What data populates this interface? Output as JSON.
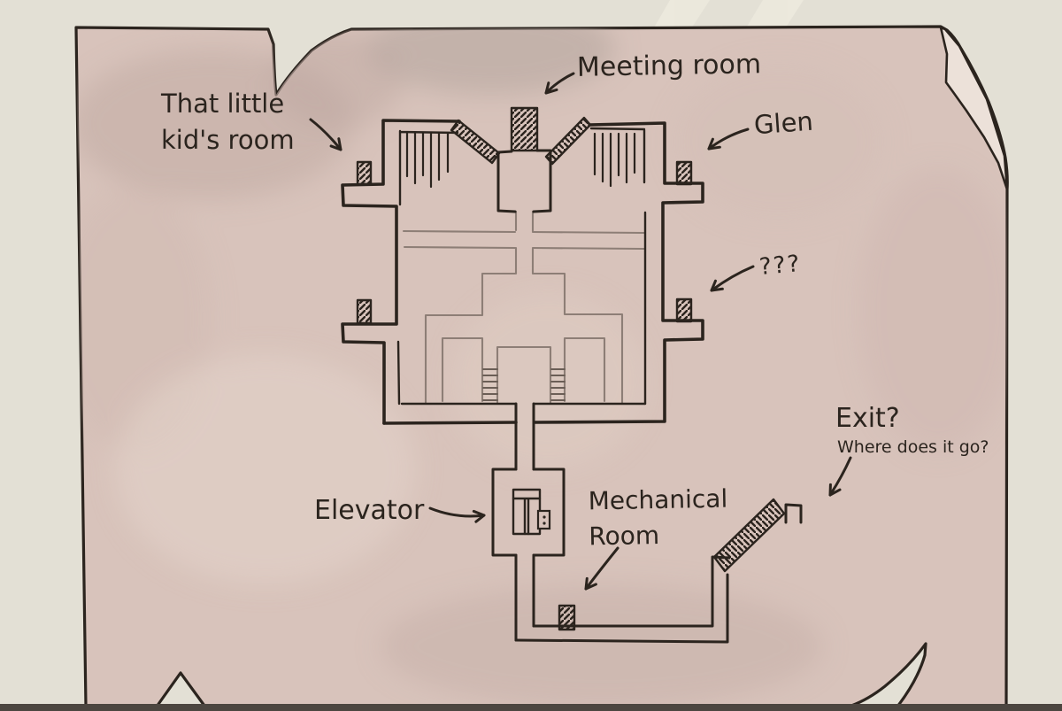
{
  "map": {
    "labels": {
      "kids_room_line1": "That little",
      "kids_room_line2": "kid's room",
      "meeting_room": "Meeting room",
      "glen": "Glen",
      "unknown_door": "???",
      "exit": "Exit?",
      "exit_question": "Where does it go?",
      "elevator": "Elevator",
      "mechanical_line1": "Mechanical",
      "mechanical_line2": "Room"
    },
    "colors": {
      "background": "#e3e0d5",
      "background_streak": "#edeade",
      "paper": "#d8c3bb",
      "paper_fold": "#ece1d9",
      "ink": "#2b241e",
      "partition": "#8d7e76",
      "ladder": "#6b5e56",
      "table_edge": "#4c4640"
    }
  }
}
